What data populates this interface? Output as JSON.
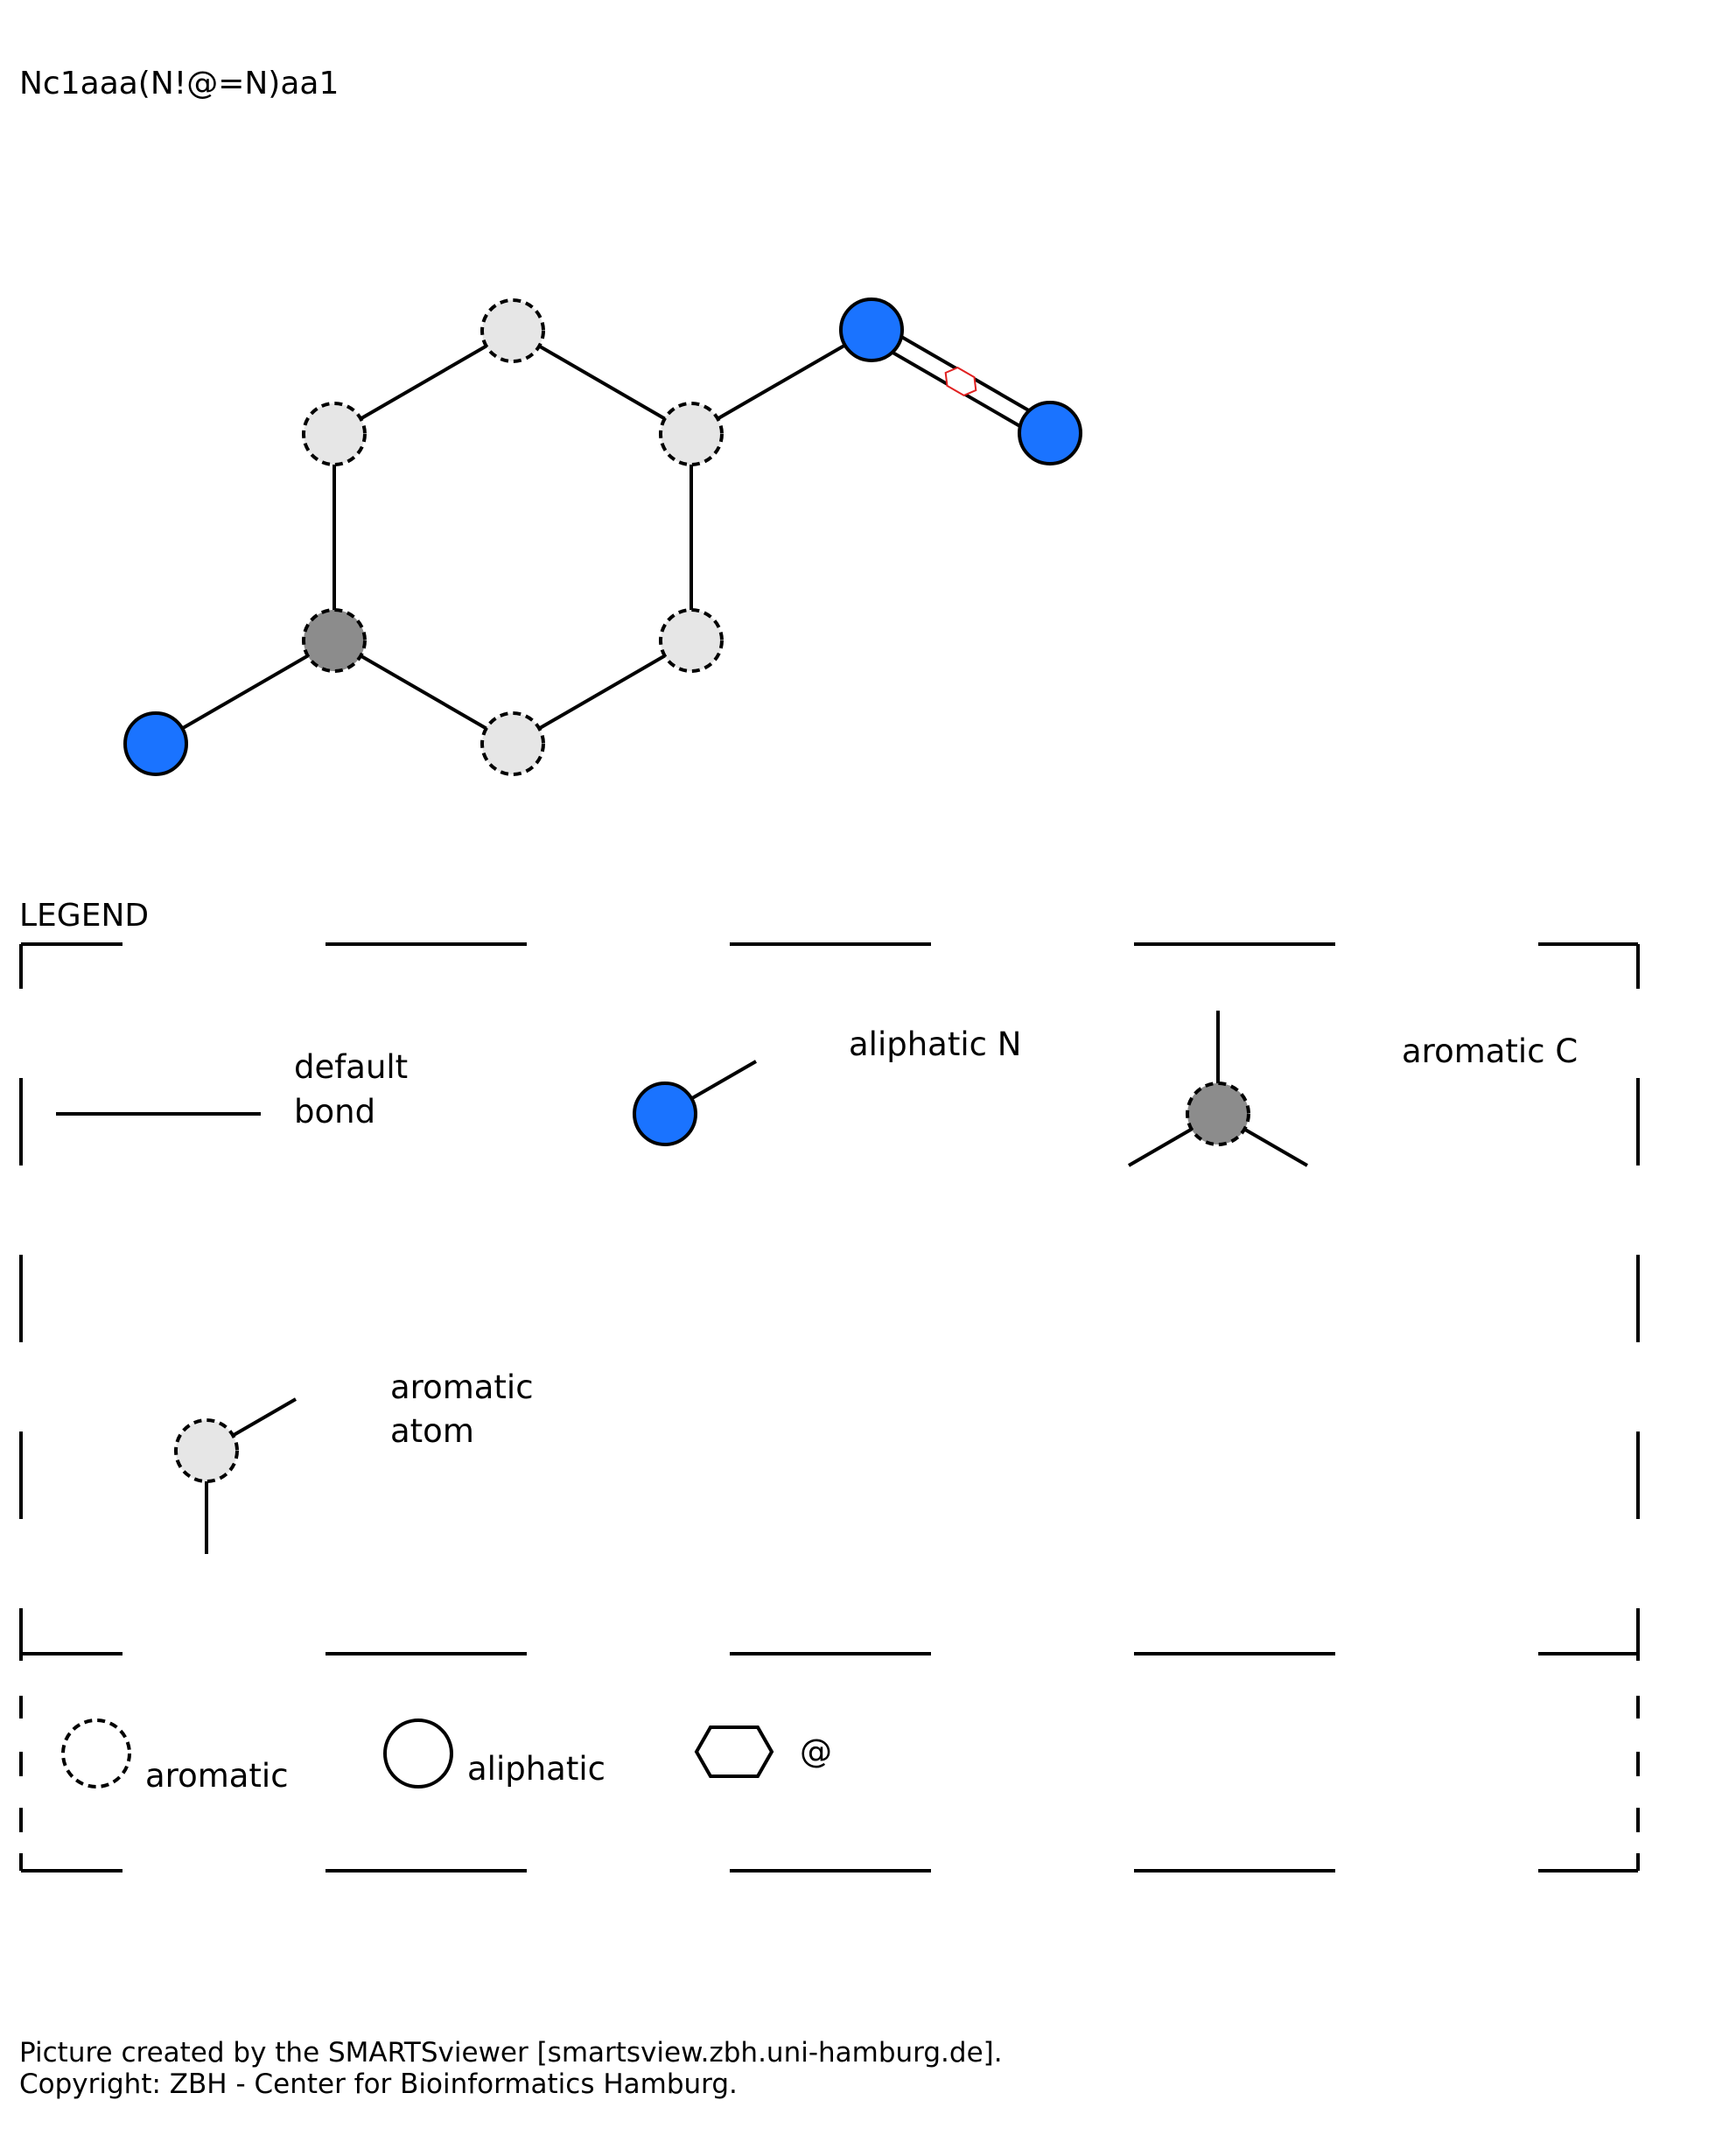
{
  "smarts": "Nc1aaa(N!@=N)aa1",
  "colors": {
    "aliphatic_n": "#1a73ff",
    "aromatic_atom": "#e6e6e6",
    "aromatic_c": "#8c8c8c",
    "ring_marker": "#e02020",
    "line": "#000000"
  },
  "legend": {
    "title": "LEGEND",
    "default_bond": [
      "default",
      "bond"
    ],
    "aliphatic_n": "aliphatic N",
    "aromatic_c": "aromatic C",
    "aromatic_atom": [
      "aromatic",
      "atom"
    ],
    "aromatic": "aromatic",
    "aliphatic": "aliphatic",
    "ring": "@"
  },
  "footer": [
    "Picture created by the SMARTSviewer [smartsview.zbh.uni-hamburg.de].",
    "Copyright: ZBH - Center for Bioinformatics Hamburg."
  ]
}
